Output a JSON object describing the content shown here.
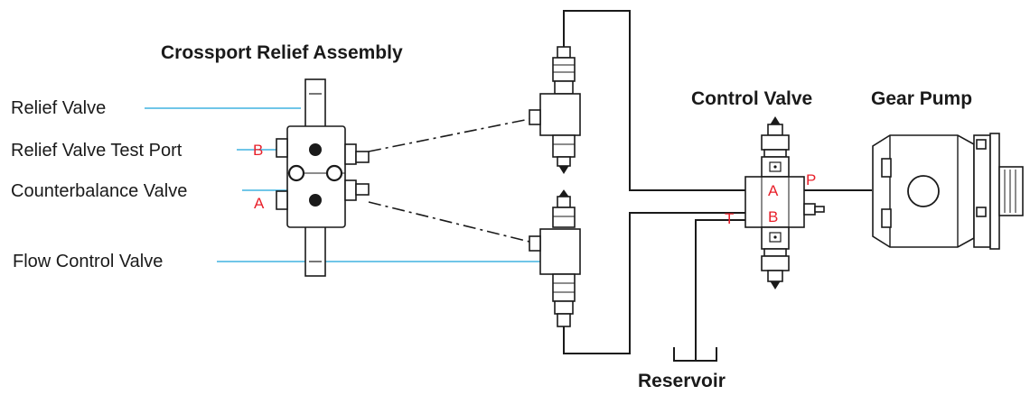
{
  "titles": {
    "crossport": "Crossport Relief Assembly",
    "control_valve": "Control Valve",
    "gear_pump": "Gear Pump",
    "reservoir": "Reservoir"
  },
  "labels": {
    "relief_valve": "Relief Valve",
    "relief_valve_test_port": "Relief Valve Test Port",
    "counterbalance_valve": "Counterbalance Valve",
    "flow_control_valve": "Flow Control Valve"
  },
  "ports": {
    "crossport_b": "B",
    "crossport_a": "A",
    "control_a": "A",
    "control_b": "B",
    "control_p": "P",
    "control_t": "T"
  },
  "colors": {
    "leader": "#1aa3d9",
    "port_text": "#e8202a",
    "line": "#1a1a1a"
  }
}
